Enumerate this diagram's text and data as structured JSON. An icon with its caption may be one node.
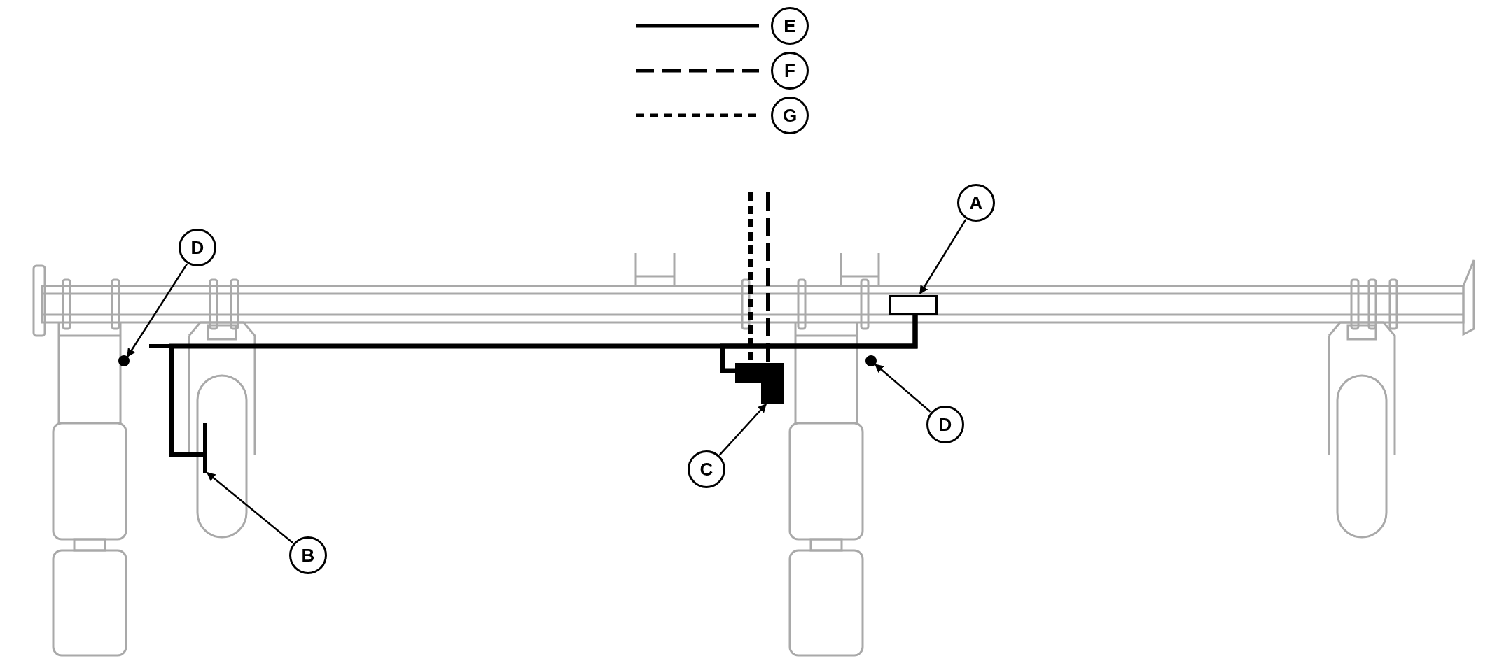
{
  "diagram": {
    "nodes": [
      {
        "text": [
          "A"
        ]
      },
      {
        "text": [],
        "shape": "box"
      },
      {
        "text": [
          "D"
        ]
      },
      {
        "text": [],
        "shape": "circle"
      },
      {
        "text": [
          "D"
        ]
      },
      {
        "text": [],
        "shape": "circle"
      },
      {
        "text": [
          "C"
        ]
      },
      {
        "text": [],
        "shape": "box"
      },
      {
        "text": [
          "B"
        ]
      },
      {
        "text": [],
        "shape": "bar"
      }
    ],
    "edges": [
      {
        "from": 0,
        "to": 1,
        "arrow": "to"
      },
      {
        "from": 2,
        "to": 3,
        "arrow": "to"
      },
      {
        "from": 4,
        "to": 5,
        "arrow": "to"
      },
      {
        "from": 6,
        "to": 7,
        "arrow": "to"
      },
      {
        "from": 8,
        "to": 9,
        "arrow": "to"
      },
      {
        "from": 1,
        "to": 9,
        "arrow": "none",
        "style": "thick"
      },
      {
        "from": 1,
        "to": 7,
        "arrow": "none",
        "style": "thick"
      },
      {
        "from": null,
        "to": 7,
        "arrow": "none",
        "style": "dashed"
      },
      {
        "from": null,
        "to": 7,
        "arrow": "none",
        "style": "dashed"
      }
    ],
    "legend": [
      {
        "text": "E"
      },
      {
        "text": "F"
      },
      {
        "text": "G"
      }
    ]
  }
}
